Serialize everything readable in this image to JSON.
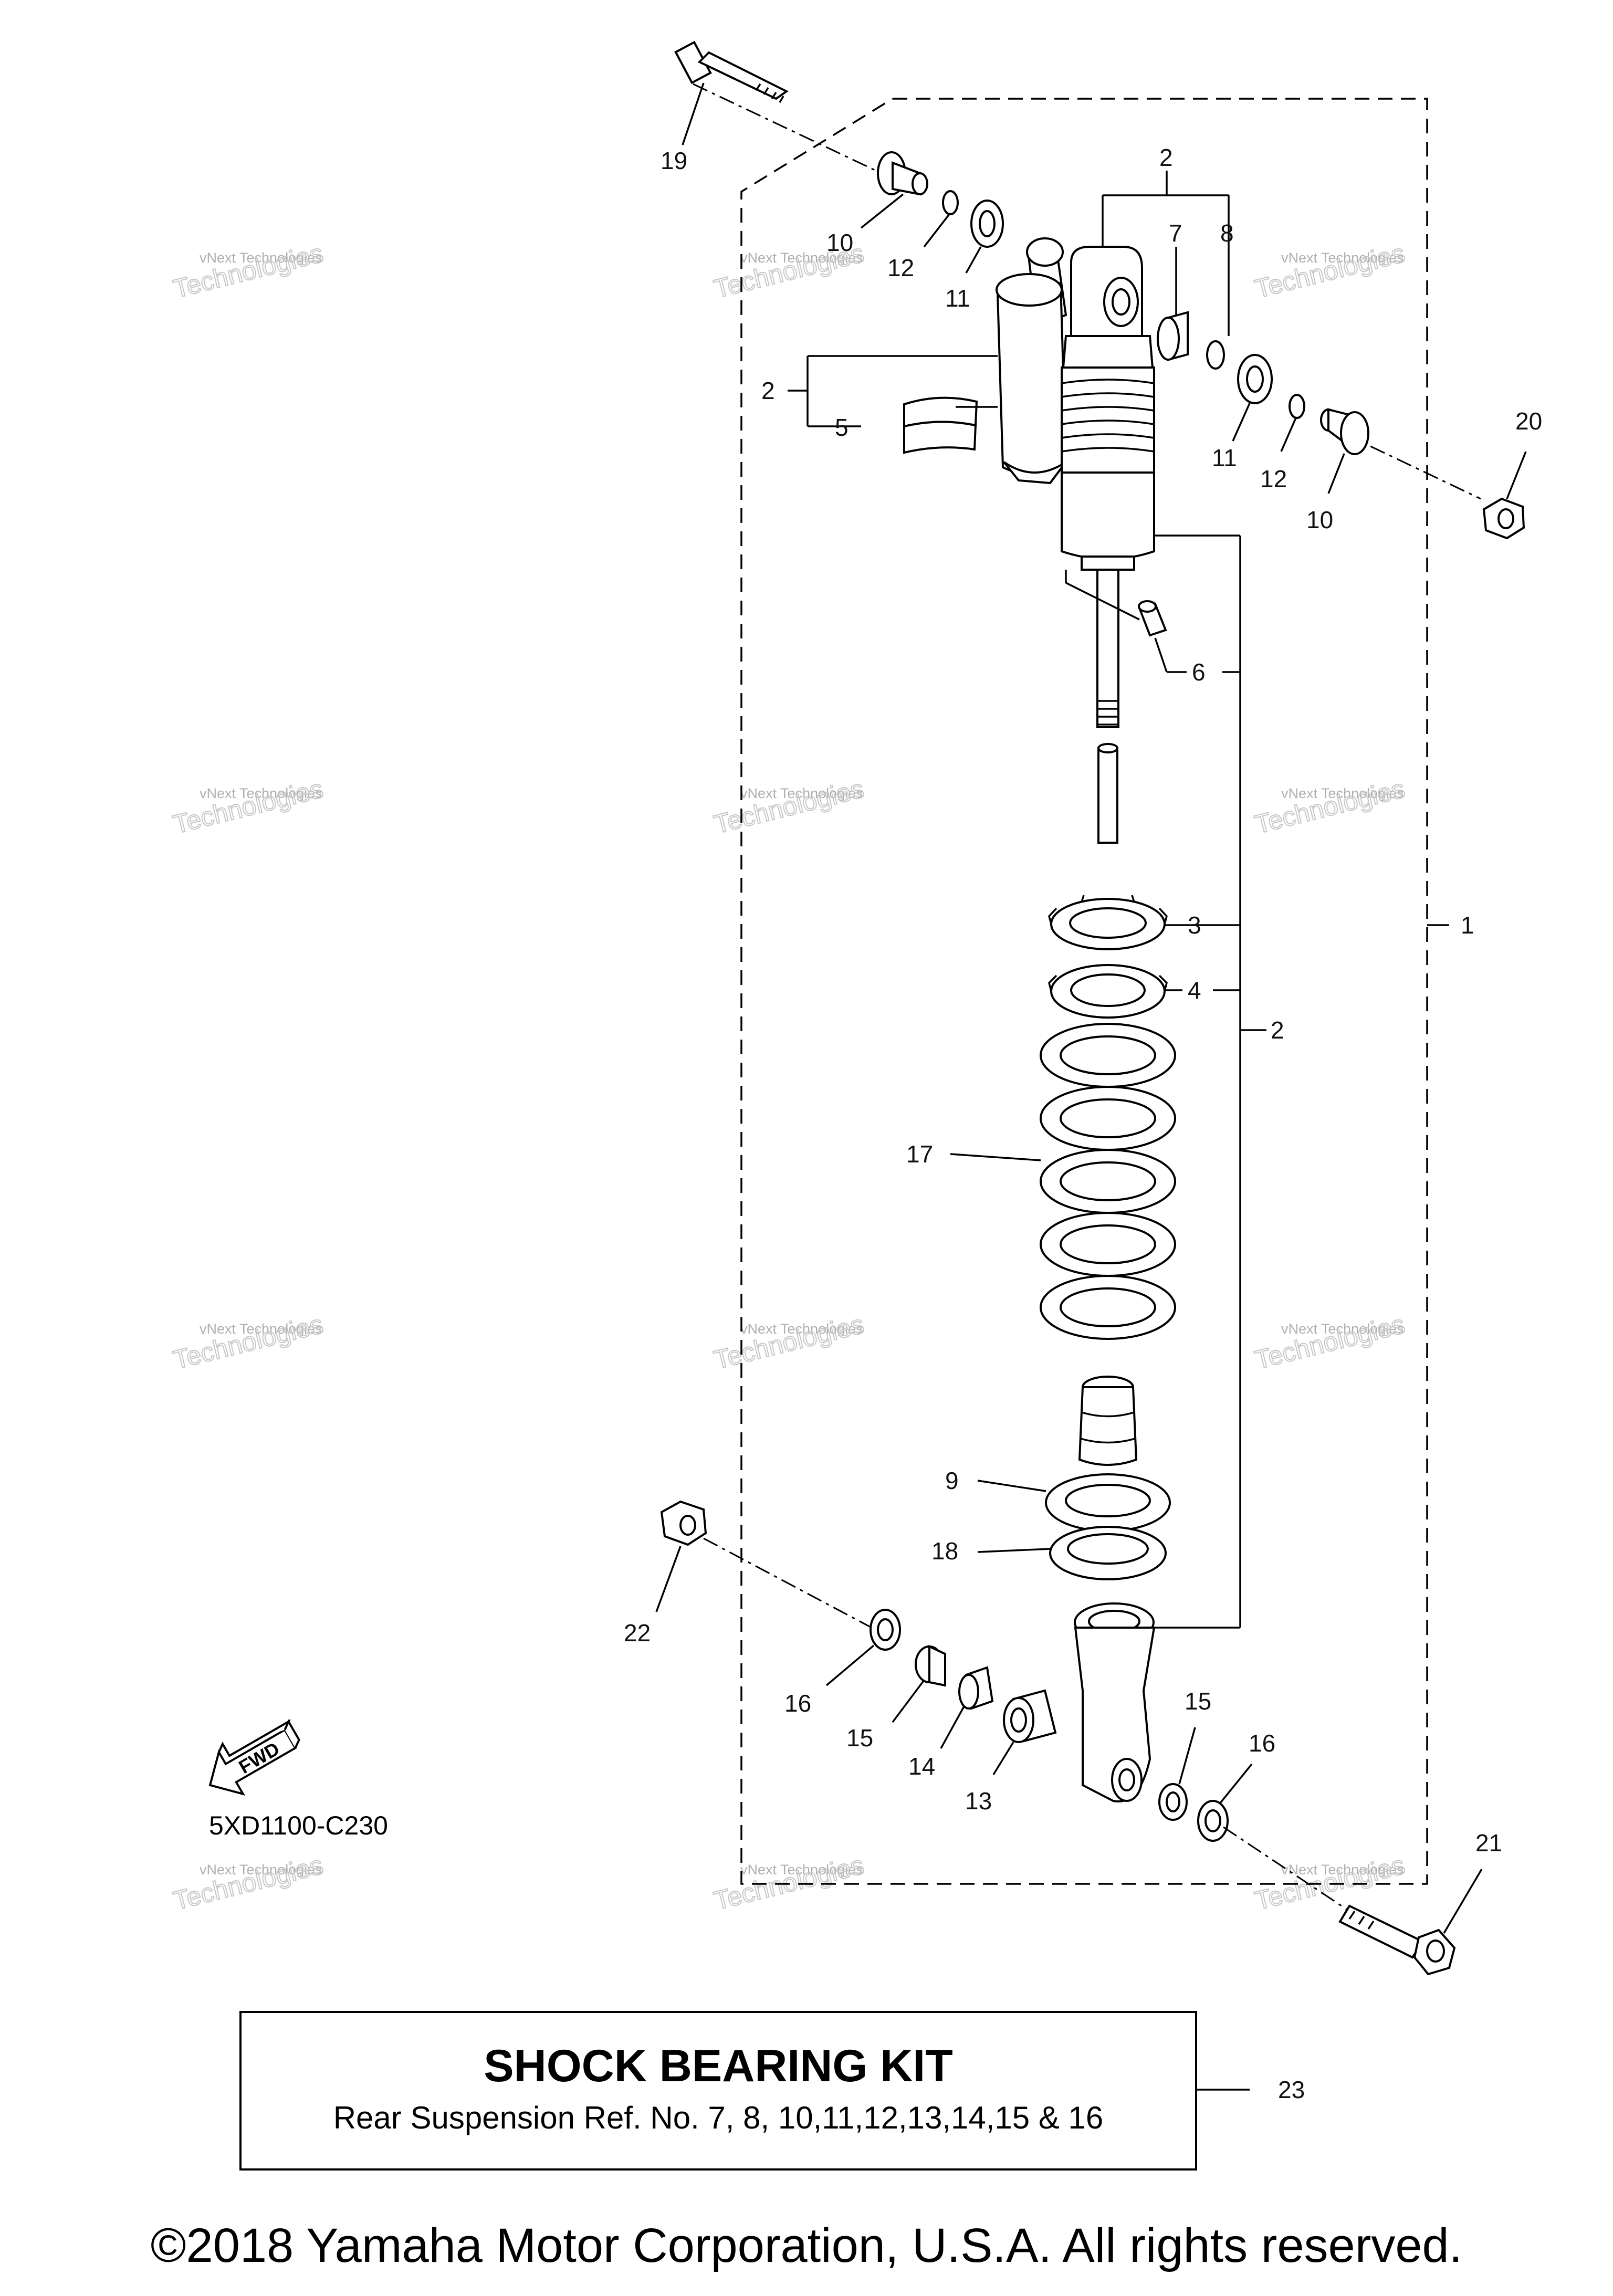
{
  "diagram": {
    "diagram_code": "5XD1100-C230",
    "fwd_label": "FWD",
    "callouts": {
      "c1": "1",
      "c2a": "2",
      "c2b": "2",
      "c2c": "2",
      "c3": "3",
      "c4": "4",
      "c5": "5",
      "c6": "6",
      "c7": "7",
      "c8": "8",
      "c9": "9",
      "c10a": "10",
      "c10b": "10",
      "c11a": "11",
      "c11b": "11",
      "c12a": "12",
      "c12b": "12",
      "c13": "13",
      "c14": "14",
      "c15a": "15",
      "c15b": "15",
      "c16a": "16",
      "c16b": "16",
      "c17": "17",
      "c18": "18",
      "c19": "19",
      "c20": "20",
      "c21": "21",
      "c22": "22",
      "c23": "23"
    },
    "watermark": {
      "small": "vNext Technologies",
      "big": "Technologies",
      "top": "vNext"
    }
  },
  "kit": {
    "title": "SHOCK BEARING KIT",
    "subtitle": "Rear Suspension Ref. No. 7, 8, 10,11,12,13,14,15 & 16"
  },
  "footer": {
    "copyright": "©2018 Yamaha Motor Corporation, U.S.A. All rights reserved."
  }
}
